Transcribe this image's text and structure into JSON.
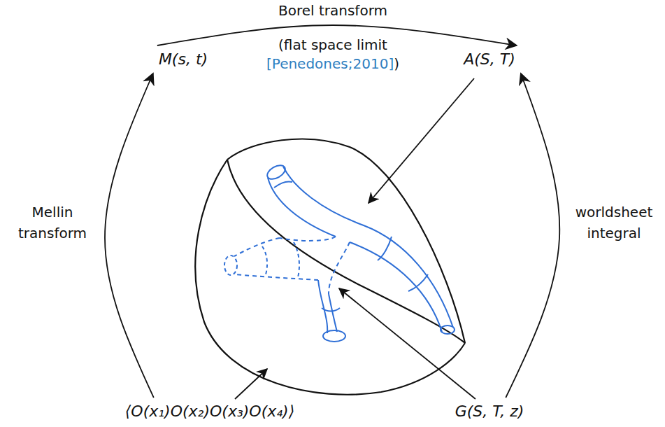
{
  "diagram": {
    "nodes": [
      {
        "text": [
          "M(s, t)"
        ]
      },
      {
        "text": [
          "A(S, T)"
        ]
      },
      {
        "text": [
          "⟨O(x₁)O(x₂)O(x₃)O(x₄)⟩"
        ]
      },
      {
        "text": [
          "G(S, T, z)"
        ]
      }
    ],
    "edges": [
      {
        "from": 0,
        "to": 1,
        "arrow": "to",
        "label": "Borel transform"
      },
      {
        "from": 2,
        "to": 0,
        "arrow": "to",
        "label": "Mellin transform"
      },
      {
        "from": 3,
        "to": 1,
        "arrow": "to",
        "label": "worldsheet integral"
      }
    ],
    "labels": [
      "(flat space limit",
      "[Penedones;2010]",
      ")"
    ]
  }
}
